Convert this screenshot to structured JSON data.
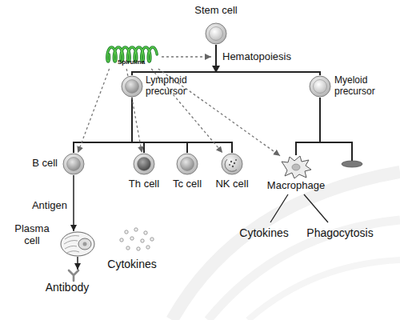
{
  "diagram": {
    "nodes": [
      {
        "text": [
          "Spirulina"
        ]
      },
      {
        "text": [
          "Stem cell"
        ]
      },
      {
        "text": [
          "Lymphoid precursor"
        ]
      },
      {
        "text": [
          "Myeloid precursor"
        ]
      },
      {
        "text": [
          "B cell"
        ]
      },
      {
        "text": [
          "Th cell"
        ]
      },
      {
        "text": [
          "Tc cell"
        ]
      },
      {
        "text": [
          "NK cell"
        ]
      },
      {
        "text": [
          "Macrophage"
        ]
      },
      {
        "text": [
          "Plasma cell"
        ]
      },
      {
        "text": [
          "Antibody"
        ]
      }
    ],
    "edges": [
      {
        "from": 1,
        "to": 2,
        "arrow": "none"
      },
      {
        "from": 1,
        "to": 3,
        "arrow": "none"
      },
      {
        "from": 2,
        "to": 4,
        "arrow": "none"
      },
      {
        "from": 2,
        "to": 5,
        "arrow": "none"
      },
      {
        "from": 2,
        "to": 6,
        "arrow": "none"
      },
      {
        "from": 2,
        "to": 7,
        "arrow": "none"
      },
      {
        "from": 3,
        "to": 8,
        "arrow": "none"
      },
      {
        "from": 4,
        "to": 9,
        "label": "Antigen",
        "arrow": "to"
      },
      {
        "from": 9,
        "to": 10,
        "arrow": "to"
      },
      {
        "from": 0,
        "to": 4,
        "arrow": "to"
      },
      {
        "from": 0,
        "to": 5,
        "arrow": "to"
      },
      {
        "from": 0,
        "to": 7,
        "arrow": "to"
      },
      {
        "from": 0,
        "to": 8,
        "arrow": "to"
      }
    ],
    "labels": [
      "Hematopoiesis",
      "Cytokines",
      "Cytokines",
      "Phagocytosis"
    ]
  }
}
